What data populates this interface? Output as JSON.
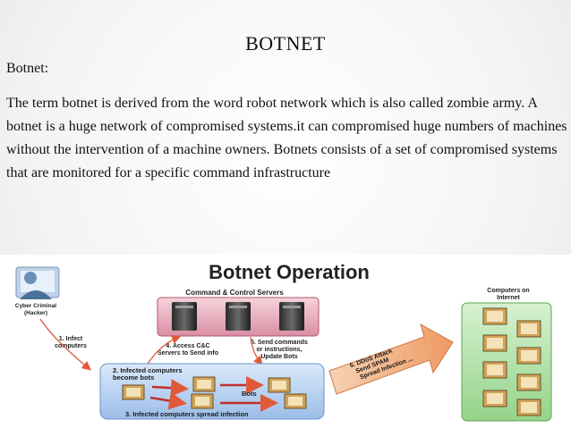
{
  "slide": {
    "title": "BOTNET",
    "subheading": "Botnet:",
    "paragraph": "The term botnet is derived from the word robot network which is also called zombie army. A botnet is a huge network of compromised systems.it can compromised huge numbers of machines without the intervention of a machine owners. Botnets consists of a set of compromised systems that are monitored for a specific command infrastructure"
  },
  "diagram": {
    "title": "Botnet Operation",
    "cc_label": "Command & Control Servers",
    "hacker_label_1": "Cyber Criminal",
    "hacker_label_2": "(Hacker)",
    "step1_line1": "1. Infect",
    "step1_line2": "computers",
    "step4_line1": "4. Access C&C",
    "step4_line2": "Servers to Send info",
    "step5_line1": "5. Send commands",
    "step5_line2": "or instructions,",
    "step5_line3": "Update Bots",
    "step2_line1": "2. Infected computers",
    "step2_line2": "become bots",
    "bots_label": "Bots",
    "step3": "3. Infected computers spread infection",
    "step6_line1": "6. DDoS Attack",
    "step6_line2": "Send SPAM",
    "step6_line3": "Spread Infection ...",
    "internet_line1": "Computers on",
    "internet_line2": "Internet"
  }
}
